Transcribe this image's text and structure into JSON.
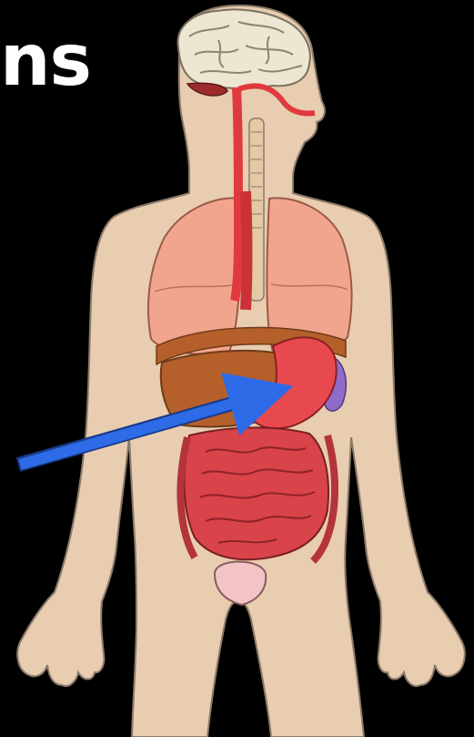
{
  "slide": {
    "title_fragment": "ns"
  },
  "diagram": {
    "highlighted_organ": "stomach",
    "pointer": "arrow",
    "colors": {
      "background": "#000000",
      "skin": "#E8CDB0",
      "skin_outline": "#8C7A6A",
      "brain": "#EDE6D2",
      "lungs": "#F2A58E",
      "liver": "#B5602A",
      "stomach": "#E8494F",
      "spleen": "#8E6CC8",
      "intestines": "#D9434A",
      "vessels": "#E03A3E",
      "bladder": "#F2C4C8",
      "arrow": "#2E6BE6"
    }
  }
}
